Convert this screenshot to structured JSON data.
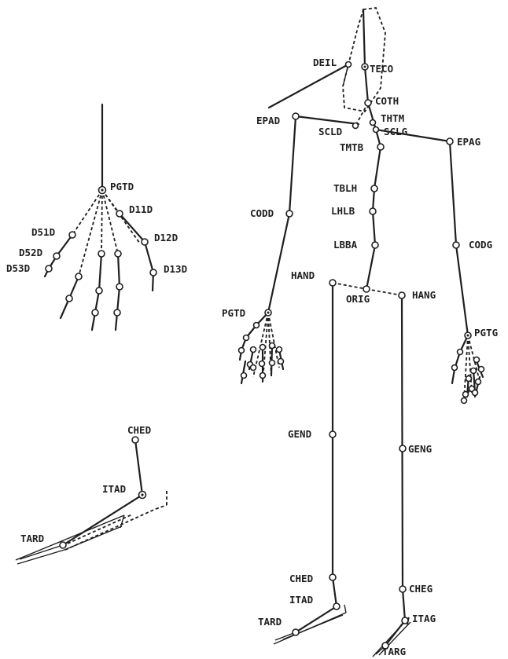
{
  "hand_detail": {
    "labels": {
      "pgtd": "PGTD",
      "d11d": "D11D",
      "d12d": "D12D",
      "d13d": "D13D",
      "d51d": "D51D",
      "d52d": "D52D",
      "d53d": "D53D"
    }
  },
  "leg_detail": {
    "labels": {
      "ched": "CHED",
      "itad": "ITAD",
      "tard": "TARD"
    }
  },
  "body": {
    "labels": {
      "deil": "DEIL",
      "teco": "TECO",
      "coth": "COTH",
      "thtm": "THTM",
      "sclg": "SCLG",
      "scld": "SCLD",
      "epad": "EPAD",
      "epag": "EPAG",
      "tmtb": "TMTB",
      "tblh": "TBLH",
      "lhlb": "LHLB",
      "lbba": "LBBA",
      "codd": "CODD",
      "codg": "CODG",
      "hand": "HAND",
      "hang": "HANG",
      "orig": "ORIG",
      "pgtd": "PGTD",
      "pgtg": "PGTG",
      "gend": "GEND",
      "geng": "GENG",
      "ched": "CHED",
      "cheg": "CHEG",
      "itad": "ITAD",
      "itag": "ITAG",
      "tard": "TARD",
      "targ": "TARG"
    }
  }
}
